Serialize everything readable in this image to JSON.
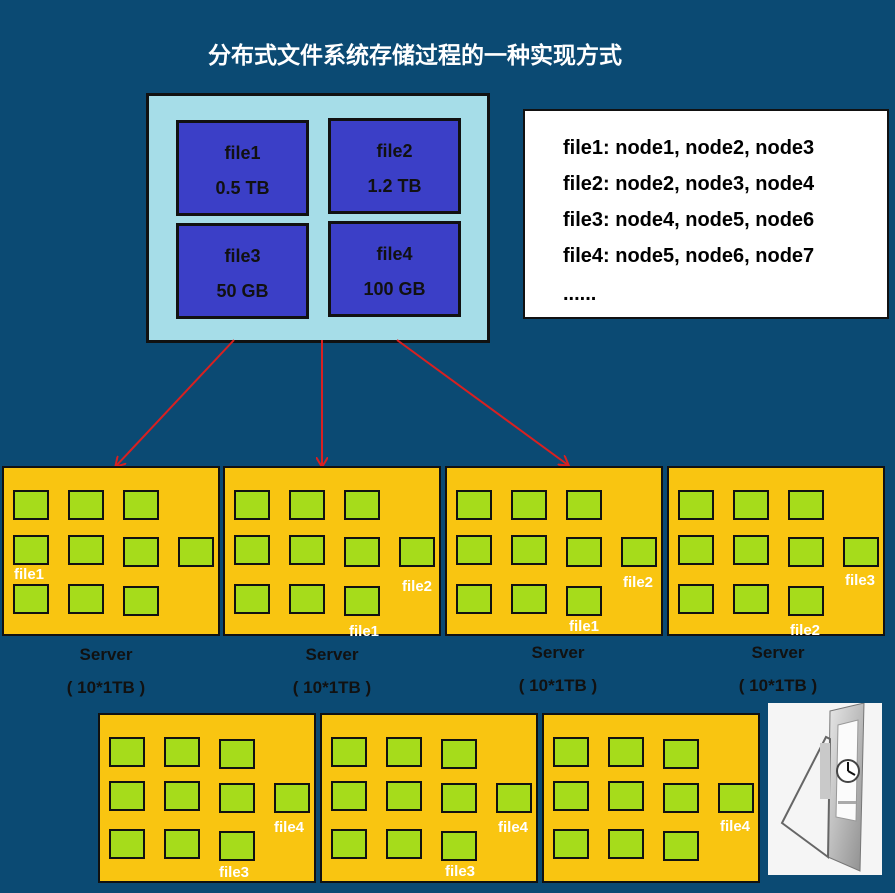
{
  "title": "分布式文件系统存储过程的一种实现方式",
  "files": [
    {
      "name": "file1",
      "size": "0.5 TB"
    },
    {
      "name": "file2",
      "size": "1.2 TB"
    },
    {
      "name": "file3",
      "size": "50 GB"
    },
    {
      "name": "file4",
      "size": "100 GB"
    }
  ],
  "mapping": [
    "file1: node1, node2, node3",
    "file2: node2, node3, node4",
    "file3: node4, node5, node6",
    "file4: node5, node6, node7",
    "......"
  ],
  "servers_top": [
    {
      "label": "Server",
      "capacity": "( 10*1TB )",
      "tags": [
        "file1"
      ]
    },
    {
      "label": "Server",
      "capacity": "( 10*1TB )",
      "tags": [
        "file2",
        "file1"
      ]
    },
    {
      "label": "Server",
      "capacity": "( 10*1TB )",
      "tags": [
        "file2",
        "file1"
      ]
    },
    {
      "label": "Server",
      "capacity": "( 10*1TB )",
      "tags": [
        "file3",
        "file2"
      ]
    }
  ],
  "servers_bottom": [
    {
      "tags": [
        "file4",
        "file3"
      ]
    },
    {
      "tags": [
        "file4",
        "file3"
      ]
    },
    {
      "tags": [
        "file4"
      ]
    }
  ],
  "colors": {
    "background": "#0b4a73",
    "file_cell": "#3b3fc7",
    "server": "#f9c511",
    "block": "#a6dc1b",
    "arrow": "#d92020"
  }
}
